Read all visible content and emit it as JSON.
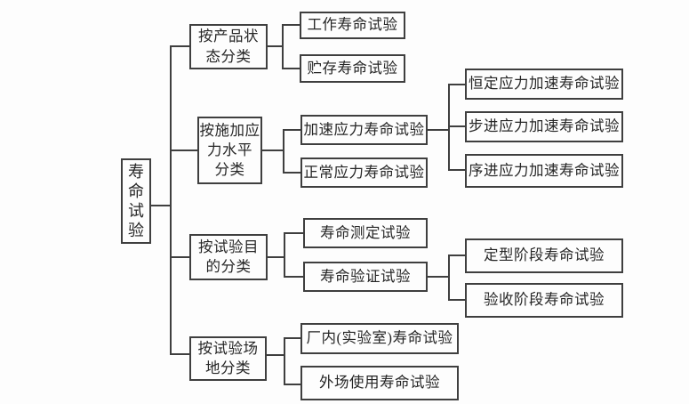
{
  "colors": {
    "line": "#3f3f3f",
    "text": "#262626",
    "background": "#fdfdfd"
  },
  "tree": {
    "root": {
      "label": "寿\n命\n试\n验"
    },
    "branches": [
      {
        "label": "按产品状\n态分类",
        "children": [
          {
            "label": "工作寿命试验"
          },
          {
            "label": "贮存寿命试验"
          }
        ]
      },
      {
        "label": "按施加应\n力水平\n分类",
        "children": [
          {
            "label": "加速应力寿命试验",
            "children": [
              {
                "label": "恒定应力加速寿命试验"
              },
              {
                "label": "步进应力加速寿命试验"
              },
              {
                "label": "序进应力加速寿命试验"
              }
            ]
          },
          {
            "label": "正常应力寿命试验"
          }
        ]
      },
      {
        "label": "按试验目\n的分类",
        "children": [
          {
            "label": "寿命测定试验"
          },
          {
            "label": "寿命验证试验",
            "children": [
              {
                "label": "定型阶段寿命试验"
              },
              {
                "label": "验收阶段寿命试验"
              }
            ]
          }
        ]
      },
      {
        "label": "按试验场\n地分类",
        "children": [
          {
            "label": "厂内(实验室)寿命试验"
          },
          {
            "label": "外场使用寿命试验"
          }
        ]
      }
    ]
  }
}
